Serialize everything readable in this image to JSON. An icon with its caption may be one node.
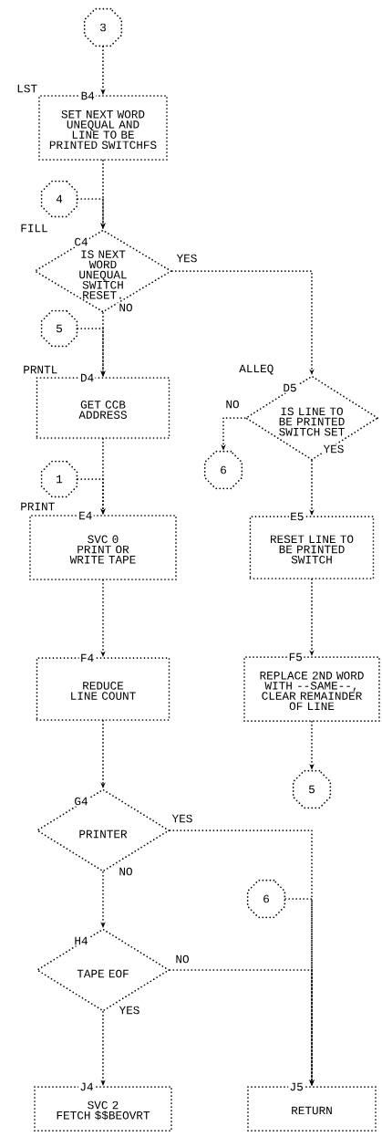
{
  "diagram": {
    "nodes": [
      {
        "text": [
          "3"
        ]
      },
      {
        "text": [
          "B4",
          "SET NEXT WORD UNEQUAL AND LINE TO BE PRINTED SWITCHFS"
        ],
        "beside": [
          "LST"
        ]
      },
      {
        "text": [
          "4"
        ]
      },
      {
        "text": [
          "C4",
          "IS NEXT WORD UNEQUAL SWITCH RESET."
        ],
        "beside": [
          "FILL"
        ]
      },
      {
        "text": [
          "5"
        ]
      },
      {
        "text": [
          "D4",
          "GET CCB ADDRESS"
        ],
        "beside": [
          "PRNTL"
        ]
      },
      {
        "text": [
          "1"
        ]
      },
      {
        "text": [
          "E4",
          "SVC 0",
          "PRINT OR WRITE TAPE"
        ],
        "beside": [
          "PRINT"
        ]
      },
      {
        "text": [
          "F4",
          "REDUCE LINE COUNT"
        ]
      },
      {
        "text": [
          "G4",
          "PRINTER"
        ]
      },
      {
        "text": [
          "H4",
          "TAPE EOF"
        ]
      },
      {
        "text": [
          "J4",
          "SVC 2",
          "FETCH $$BEOVRT"
        ]
      },
      {
        "text": [
          "D5",
          "IS LINE TO BE PRINTED SWITCH SET"
        ],
        "beside": [
          "ALLEQ"
        ]
      },
      {
        "text": [
          "6"
        ]
      },
      {
        "text": [
          "E5",
          "RESET LINE TO BE PRINTED SWITCH"
        ]
      },
      {
        "text": [
          "F5",
          "REPLACE 2ND WORD WITH --SAME--, CLEAR REMAINDER OF LINE"
        ]
      },
      {
        "text": [
          "5"
        ]
      },
      {
        "text": [
          "6"
        ]
      },
      {
        "text": [
          "J5",
          "RETURN"
        ]
      }
    ],
    "edges": [
      {
        "from": 0,
        "to": 1,
        "arrow": "to"
      },
      {
        "from": 1,
        "to": 3,
        "arrow": "to"
      },
      {
        "from": 2,
        "to": 3,
        "arrow": "to"
      },
      {
        "from": 3,
        "to": 12,
        "arrow": "to",
        "label": "YES"
      },
      {
        "from": 3,
        "to": 5,
        "arrow": "to",
        "label": "NO"
      },
      {
        "from": 4,
        "to": 5,
        "arrow": "to"
      },
      {
        "from": 5,
        "to": 7,
        "arrow": "to"
      },
      {
        "from": 6,
        "to": 7,
        "arrow": "to"
      },
      {
        "from": 7,
        "to": 8,
        "arrow": "to"
      },
      {
        "from": 8,
        "to": 9,
        "arrow": "to"
      },
      {
        "from": 9,
        "to": 18,
        "arrow": "to",
        "label": "YES"
      },
      {
        "from": 9,
        "to": 10,
        "arrow": "to",
        "label": "NO"
      },
      {
        "from": 10,
        "to": 18,
        "arrow": "to",
        "label": "NO"
      },
      {
        "from": 10,
        "to": 11,
        "arrow": "to",
        "label": "YES"
      },
      {
        "from": 12,
        "to": 13,
        "arrow": "to",
        "label": "NO"
      },
      {
        "from": 12,
        "to": 14,
        "arrow": "to",
        "label": "YES"
      },
      {
        "from": 14,
        "to": 15,
        "arrow": "to"
      },
      {
        "from": 15,
        "to": 16,
        "arrow": "to"
      },
      {
        "from": 17,
        "to": 18,
        "arrow": "to"
      }
    ]
  }
}
